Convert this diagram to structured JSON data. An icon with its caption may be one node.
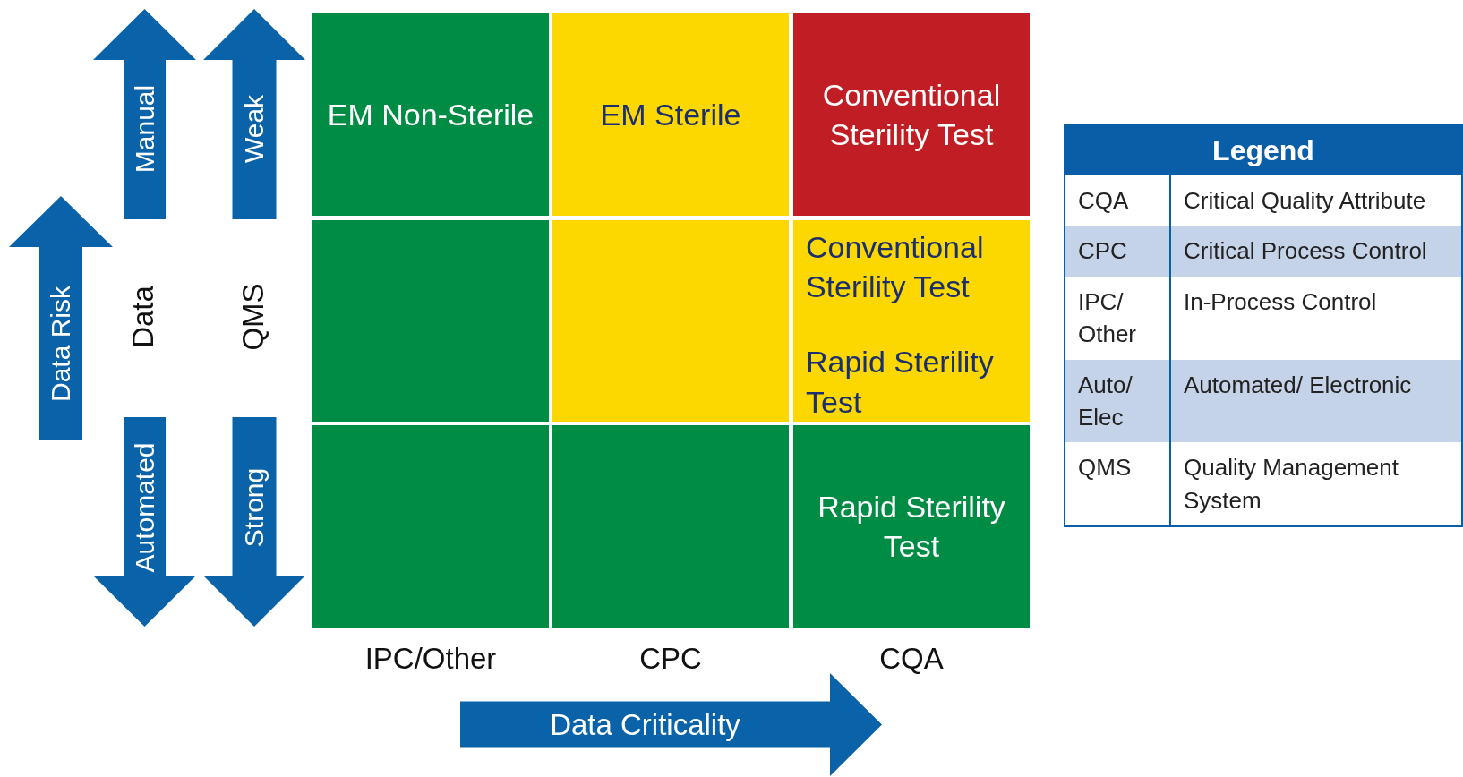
{
  "diagram": {
    "nodes": [
      {
        "text": [
          "Manual"
        ]
      },
      {
        "text": [
          "Weak"
        ]
      },
      {
        "text": [
          "EM Non-Sterile"
        ]
      },
      {
        "text": [
          "EM Sterile"
        ]
      },
      {
        "text": [
          "Conventional Sterility Test"
        ]
      },
      {
        "text": [
          "Data Risk"
        ]
      },
      {
        "text": [],
        "shape": "box"
      },
      {
        "text": [],
        "shape": "box"
      },
      {
        "text": [
          "Conventional Sterility Test",
          "Rapid Sterility Test"
        ]
      },
      {
        "text": [
          "Automated"
        ]
      },
      {
        "text": [
          "Strong"
        ]
      },
      {
        "text": [],
        "shape": "box"
      },
      {
        "text": [],
        "shape": "box"
      },
      {
        "text": [
          "Rapid Sterility Test"
        ]
      },
      {
        "text": [
          "Data Criticality"
        ]
      }
    ],
    "edges": [],
    "labels": [
      "Data",
      "QMS",
      "IPC/Other",
      "CPC",
      "CQA",
      "Legend",
      "CQA",
      "Critical Quality Attribute",
      "CPC",
      "Critical Process Control",
      "IPC/ Other",
      "In-Process Control",
      "Auto/ Elec",
      "Automated/ Electronic",
      "QMS",
      "Quality Management System"
    ]
  }
}
